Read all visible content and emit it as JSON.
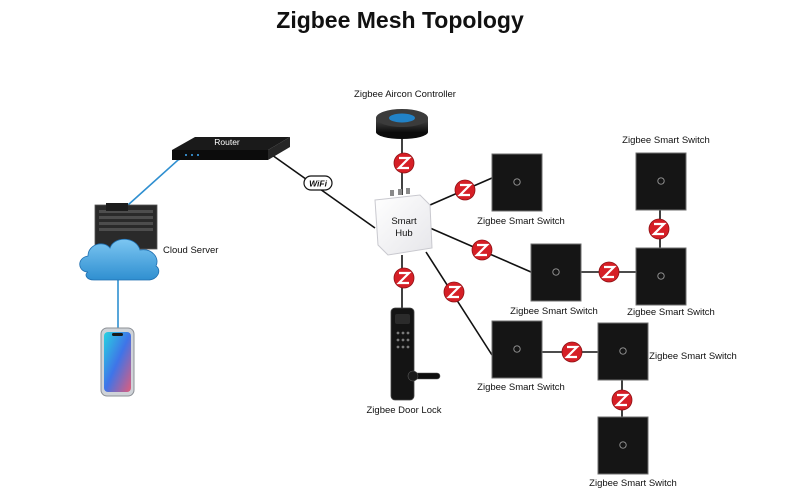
{
  "title": "Zigbee Mesh Topology",
  "nodes": {
    "router": "Router",
    "cloud_server": "Cloud Server",
    "wifi_badge": "WiFi",
    "hub_line1": "Smart",
    "hub_line2": "Hub",
    "aircon": "Zigbee Aircon Controller",
    "door_lock": "Zigbee Door Lock",
    "switch_label": "Zigbee Smart Switch"
  },
  "icons": {
    "router": "router-icon",
    "cloud_server": "cloud-server-icon",
    "phone": "smartphone-icon",
    "hub": "smart-hub-icon",
    "aircon": "aircon-controller-icon",
    "door_lock": "door-lock-icon",
    "switch": "smart-switch-icon",
    "zigbee": "zigbee-logo-icon"
  },
  "colors": {
    "zigbee_red": "#d61f26",
    "wire_black": "#111111",
    "wire_blue": "#2f8fd0",
    "cloud_blue": "#2f8fd0"
  }
}
